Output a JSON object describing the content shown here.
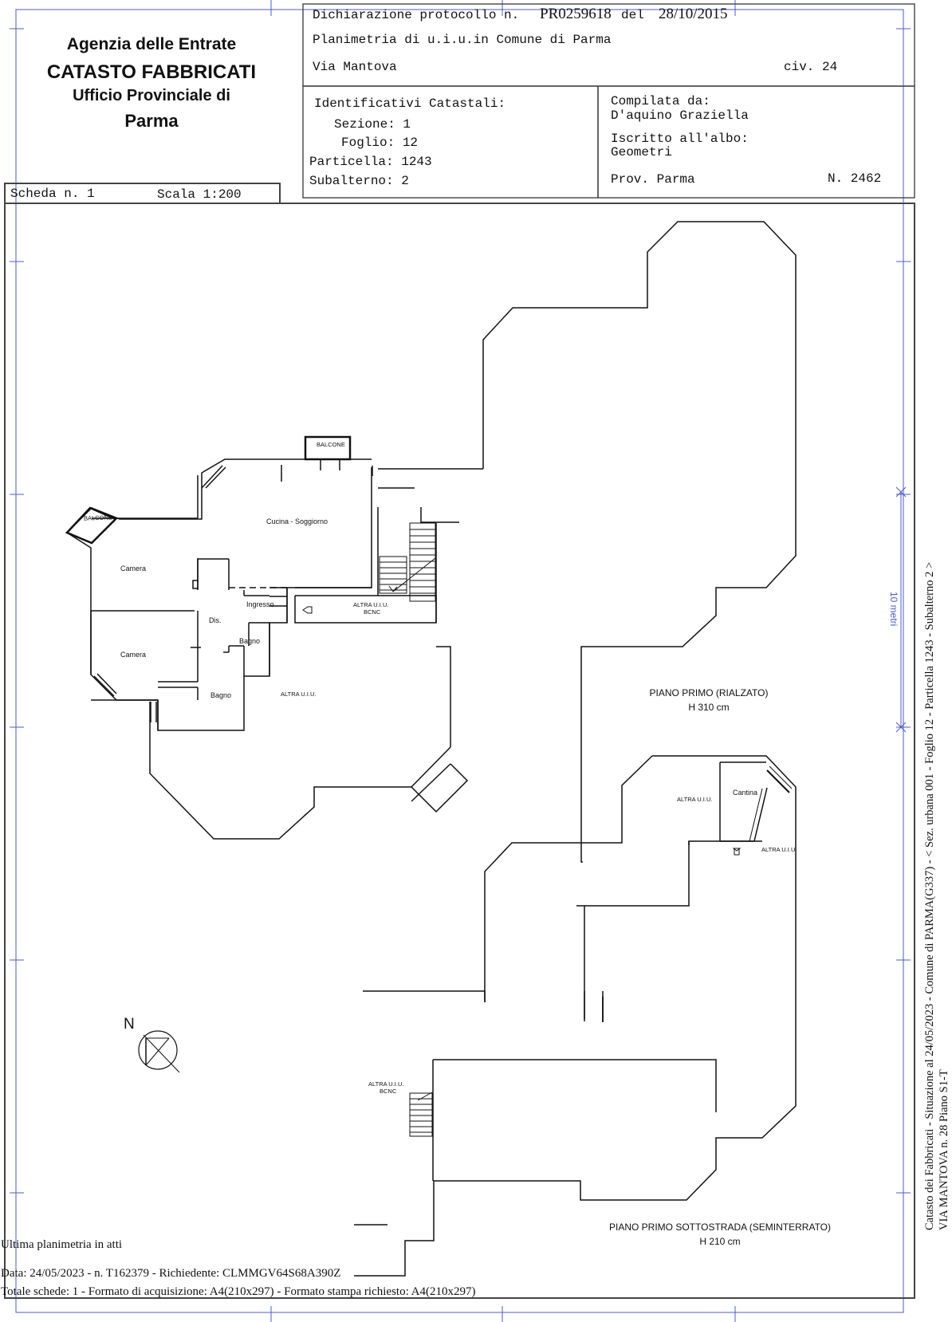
{
  "office": {
    "line1": "Agenzia delle Entrate",
    "line2": "CATASTO FABBRICATI",
    "line3": "Ufficio Provinciale di",
    "line4": "Parma"
  },
  "header": {
    "protocol_label": "Dichiarazione protocollo n.",
    "protocol_number": "PR0259618",
    "date_label": "del",
    "date": "28/10/2015",
    "plan_label": "Planimetria di u.i.u.in Comune di Parma",
    "street": "Via Mantova",
    "civic": "civ. 24"
  },
  "identifiers": {
    "title": "Identificativi Catastali:",
    "sezione": "Sezione: 1",
    "foglio": "Foglio: 12",
    "particella": "Particella: 1243",
    "subalterno": "Subalterno: 2"
  },
  "compiler": {
    "label": "Compilata da:",
    "name": "D'aquino Graziella",
    "albo_label": "Iscritto all'albo:",
    "albo": "Geometri",
    "prov": "Prov. Parma",
    "number": "N. 2462"
  },
  "scheda": {
    "label": "Scheda n. 1",
    "scale": "Scala 1:200"
  },
  "rooms": {
    "balcone_top": "BALCONE",
    "balcone_left": "BALCONE",
    "cucina": "Cucina - Soggiorno",
    "camera1": "Camera",
    "camera2": "Camera",
    "ingresso": "Ingresso",
    "dis": "Dis.",
    "bagno1": "Bagno",
    "bagno2": "Bagno",
    "altra_bcnc_1a": "ALTRA U.I.U.",
    "altra_bcnc_1b": "BCNC",
    "altra_uiu_1": "ALTRA U.I.U.",
    "altra_uiu_2": "ALTRA U.I.U.",
    "cantina": "Cantina",
    "altra_uiu_3": "ALTRA U.I.U.",
    "altra_bcnc_2a": "ALTRA U.I.U.",
    "altra_bcnc_2b": "BCNC"
  },
  "floors": {
    "primo": "PIANO PRIMO (RIALZATO)",
    "primo_h": "H 310 cm",
    "sotto": "PIANO PRIMO SOTTOSTRADA (SEMINTERRATO)",
    "sotto_h": "H 210 cm"
  },
  "north": "N",
  "scale_bar": "10 metri",
  "footer": {
    "line1": "Ultima planimetria in atti",
    "line2": "Data: 24/05/2023 - n. T162379 - Richiedente: CLMMGV64S68A390Z",
    "line3": "Totale schede: 1 - Formato di acquisizione: A4(210x297)  - Formato stampa richiesto: A4(210x297)"
  },
  "side_text": {
    "line1": "Catasto dei Fabbricati - Situazione al 24/05/2023 - Comune di PARMA(G337) - < Sez. urbana 001 -  Foglio 12 - Particella  1243 - Subalterno 2 >",
    "line2": "VIA MANTOVA n. 28 Piano S1-T"
  },
  "colors": {
    "frame_blue": "#4a5bd4",
    "ink": "#111111"
  }
}
